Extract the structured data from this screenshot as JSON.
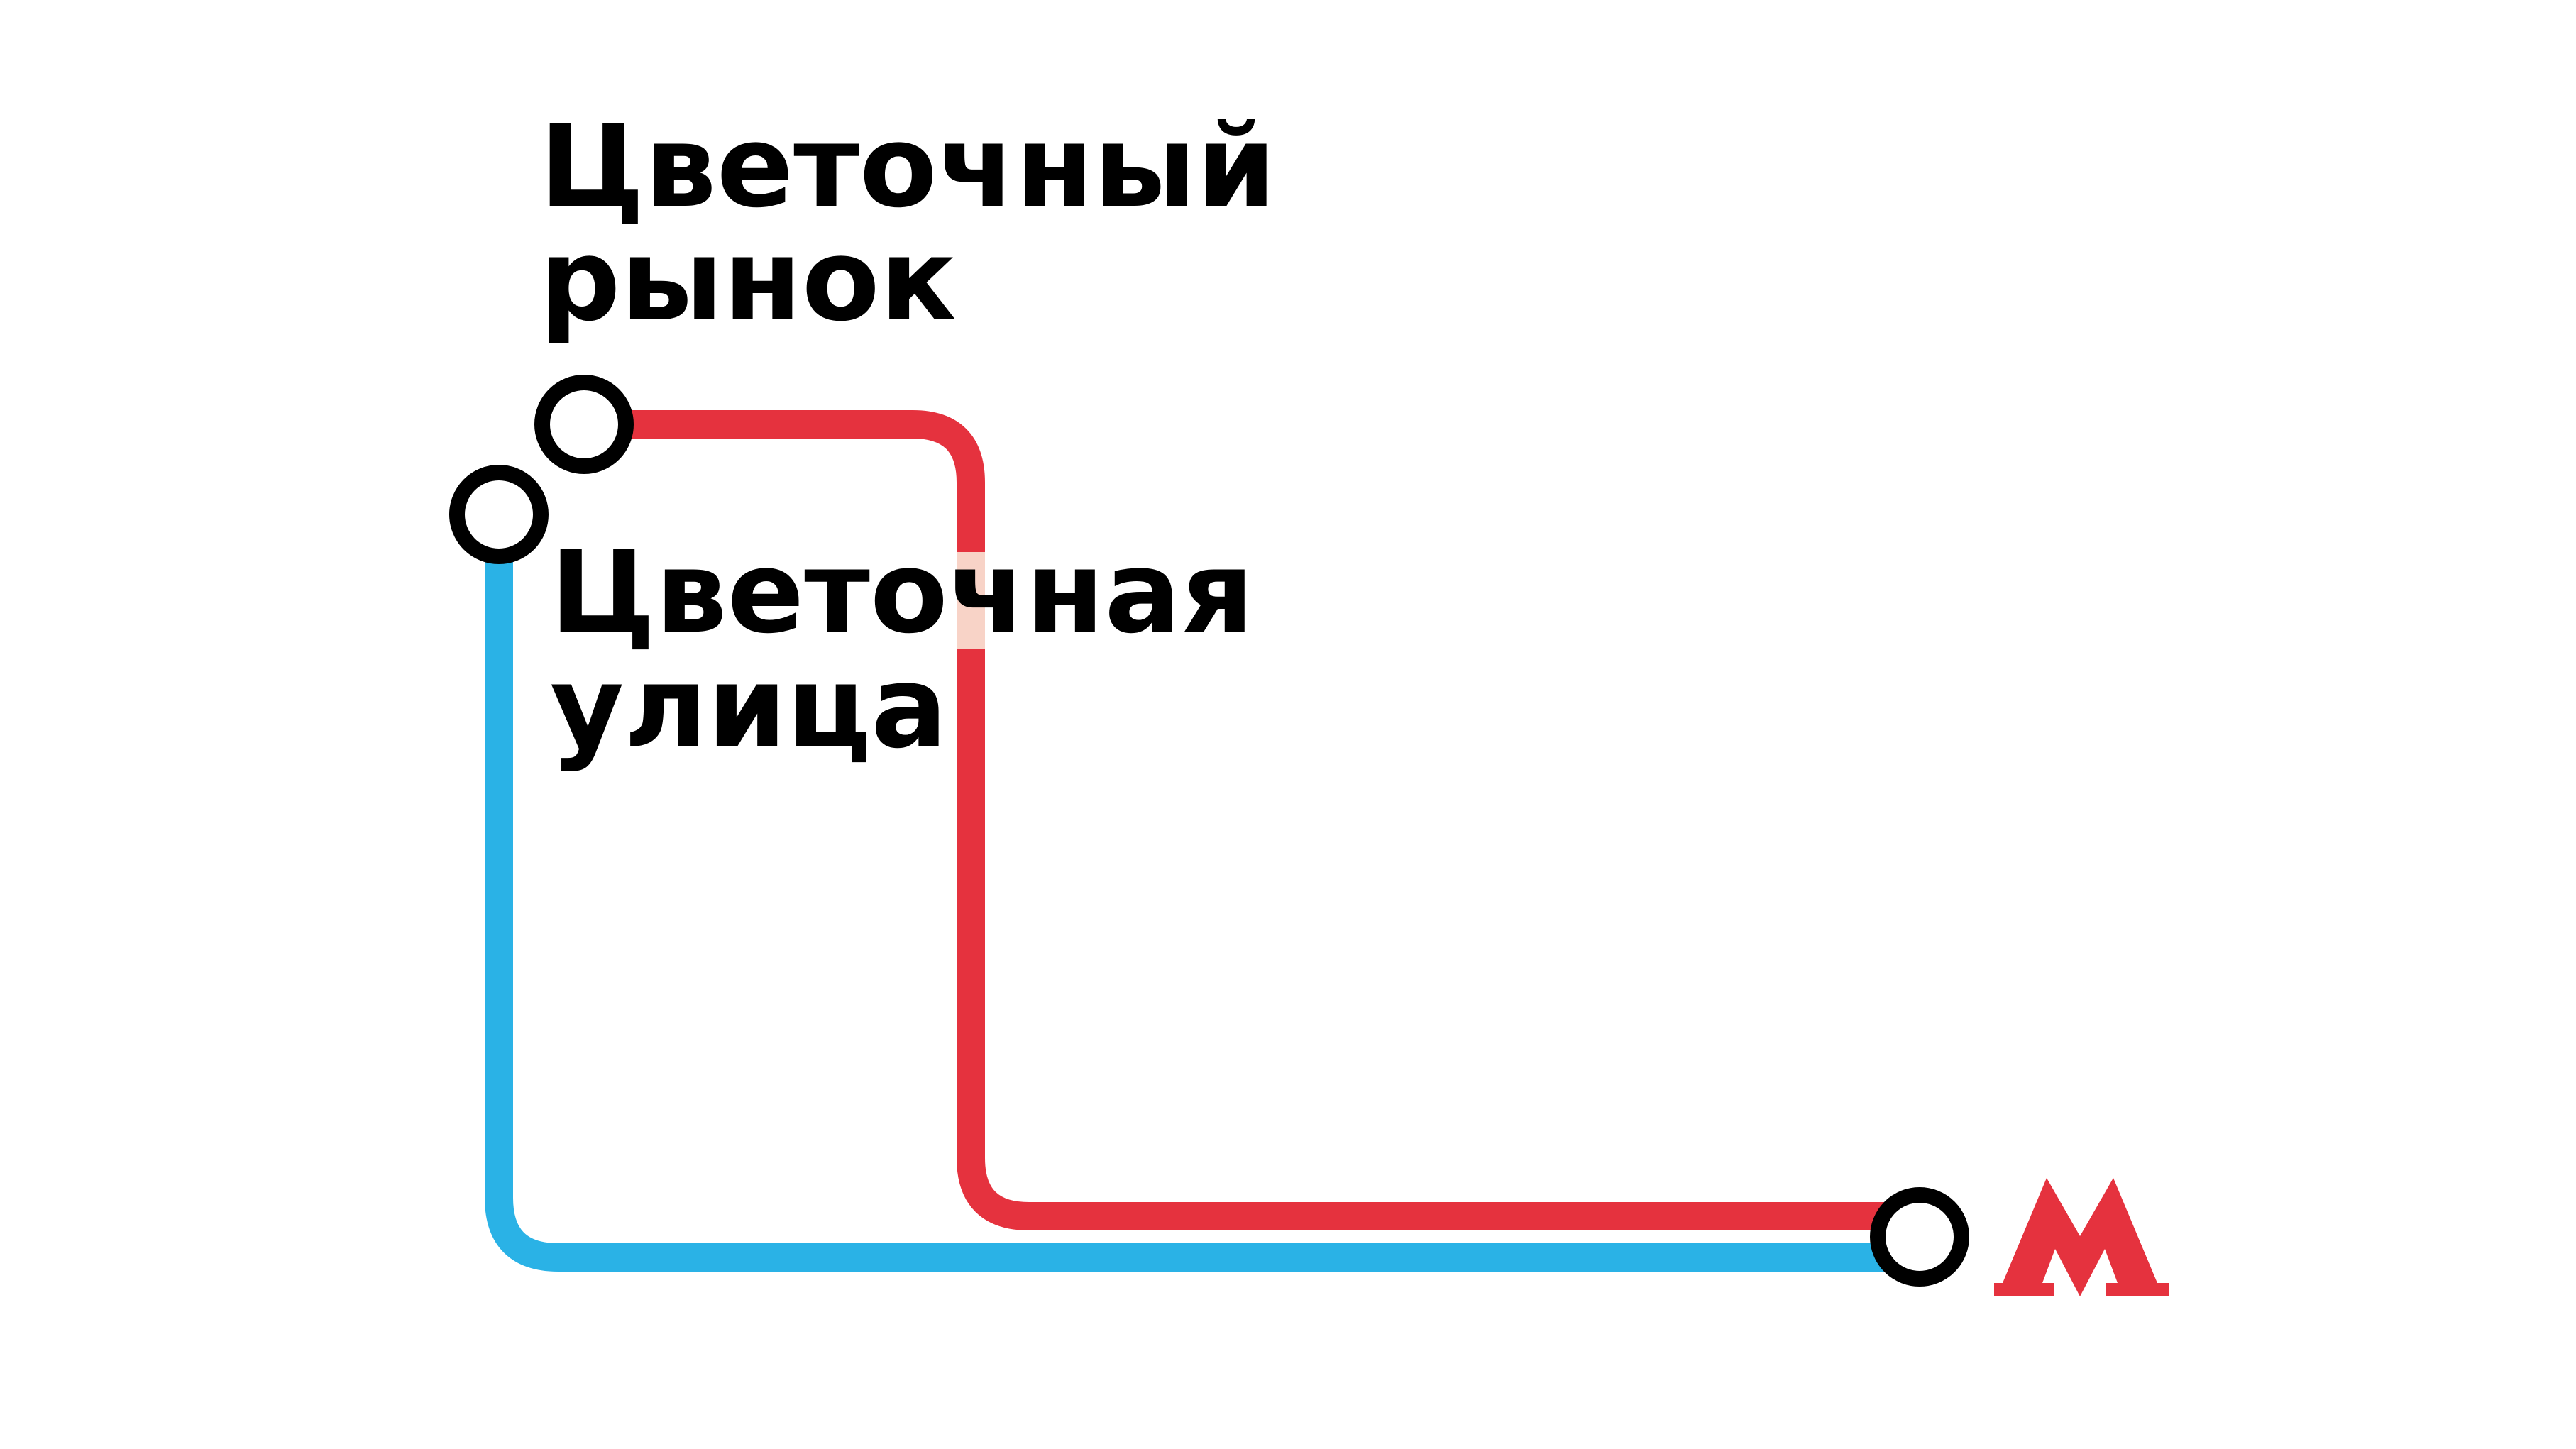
{
  "colors": {
    "background": "#ffffff",
    "red_line": "#e5323e",
    "blue_line": "#2ab2e6",
    "station_stroke": "#000000",
    "station_fill": "#ffffff",
    "label_mask": "#f8d3c7",
    "metro_logo": "#e5323e"
  },
  "stations": {
    "flower_market": {
      "line1": "Цветочный",
      "line2": "рынок"
    },
    "flower_street": {
      "line1": "Цветочная",
      "line2": "улица"
    }
  },
  "lines": {
    "red": {
      "name": ""
    },
    "blue": {
      "name": ""
    }
  },
  "logo": {
    "icon": "moscow-metro-m-icon"
  }
}
